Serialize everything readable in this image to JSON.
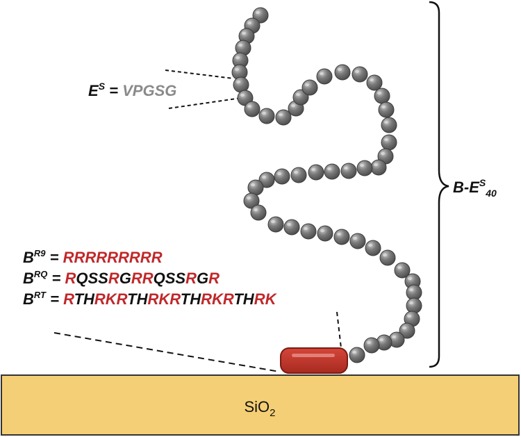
{
  "colors": {
    "bead_fill": "#6e6e6e",
    "bead_stroke": "#3c3c3c",
    "bead_highlight": "#d8d8d8",
    "substrate_fill": "#f5cf75",
    "substrate_stroke": "#333333",
    "block_fill": "#c73a2e",
    "block_stroke": "#7a1b14",
    "highlight_red": "#c0282a",
    "text_dark": "#111111",
    "text_grey": "#8a8a8a"
  },
  "es_label": {
    "main": "E",
    "sup": "S",
    "eq": " = ",
    "seq": "VPGSG"
  },
  "polymer_label": {
    "main": "B-E",
    "sup": "S",
    "sub": "40"
  },
  "substrate": {
    "label_main": "SiO",
    "label_sub": "2"
  },
  "binding_sequences": [
    {
      "main": "B",
      "sup": "R9",
      "eq": " = ",
      "segments": [
        {
          "t": "RRRRRRRRR",
          "red": true
        }
      ]
    },
    {
      "main": "B",
      "sup": "RQ",
      "eq": " = ",
      "segments": [
        {
          "t": "R",
          "red": true
        },
        {
          "t": "QSS",
          "red": false
        },
        {
          "t": "R",
          "red": true
        },
        {
          "t": "G",
          "red": false
        },
        {
          "t": "RR",
          "red": true
        },
        {
          "t": "QSS",
          "red": false
        },
        {
          "t": "R",
          "red": true
        },
        {
          "t": "G",
          "red": false
        },
        {
          "t": "R",
          "red": true
        }
      ]
    },
    {
      "main": "B",
      "sup": "RT",
      "eq": " = ",
      "segments": [
        {
          "t": "R",
          "red": true
        },
        {
          "t": "TH",
          "red": false
        },
        {
          "t": "RKR",
          "red": true
        },
        {
          "t": "TH",
          "red": false
        },
        {
          "t": "RKR",
          "red": true
        },
        {
          "t": "TH",
          "red": false
        },
        {
          "t": "RKR",
          "red": true
        },
        {
          "t": "TH",
          "red": false
        },
        {
          "t": "RK",
          "red": true
        }
      ]
    }
  ]
}
